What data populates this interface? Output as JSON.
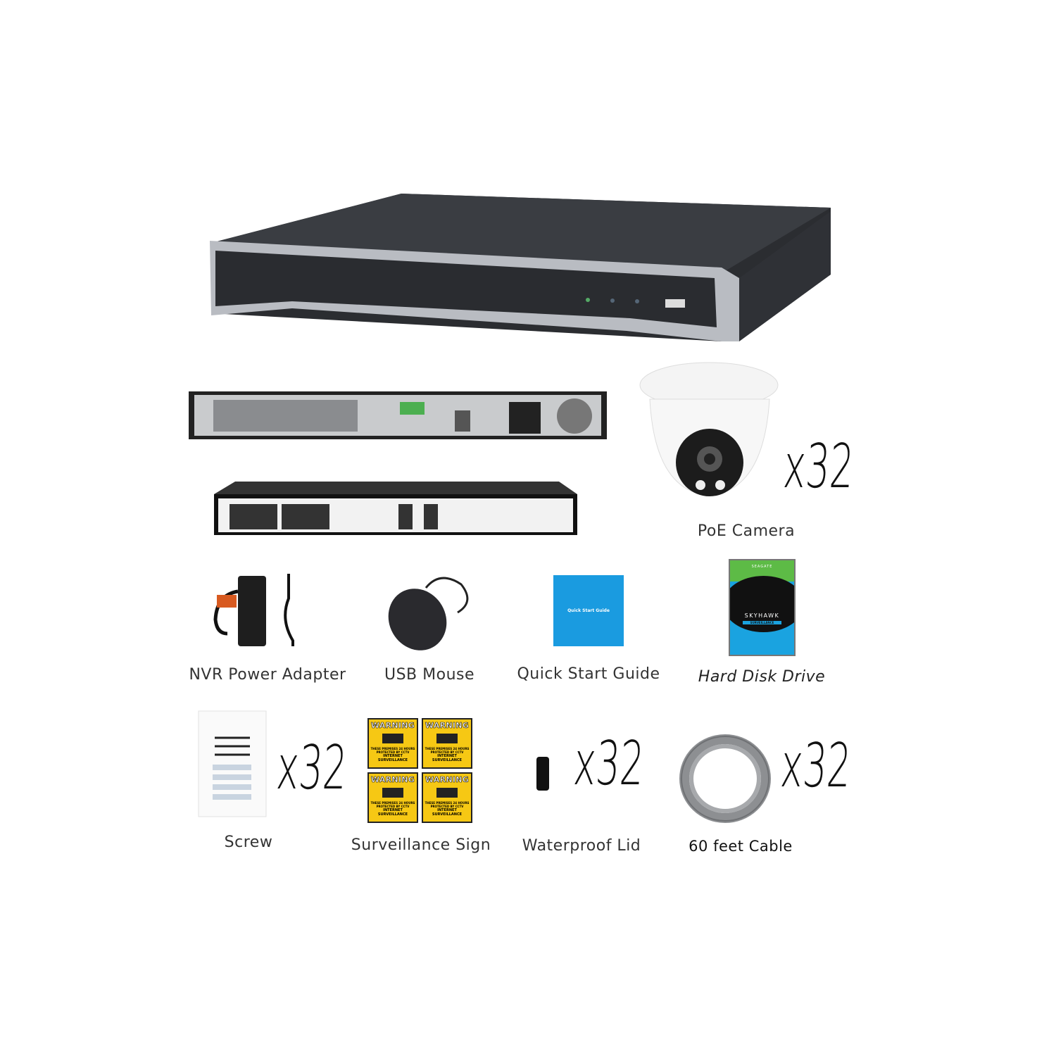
{
  "items": {
    "camera": {
      "label": "PoE Camera",
      "qty": "x32"
    },
    "power_adapter": {
      "label": "NVR Power Adapter"
    },
    "mouse": {
      "label": "USB Mouse"
    },
    "guide": {
      "label": "Quick Start Guide",
      "cover_text": "Quick Start Guide",
      "color": "#1a9be0"
    },
    "hdd": {
      "label": "Hard Disk Drive",
      "brand": "SEAGATE",
      "model": "SKYHAWK",
      "line": "SURVEILLANCE"
    },
    "screw": {
      "label": "Screw",
      "qty": "x32"
    },
    "sign": {
      "label": "Surveillance Sign",
      "heading": "WARNING",
      "small_text": "THESE PREMISES 24 HOURS PROTECTED BY CCTV",
      "footer": "INTERNET SURVEILLANCE"
    },
    "lid": {
      "label": "Waterproof Lid",
      "qty": "x32"
    },
    "cable": {
      "label": "60 feet Cable",
      "qty": "x32"
    }
  }
}
